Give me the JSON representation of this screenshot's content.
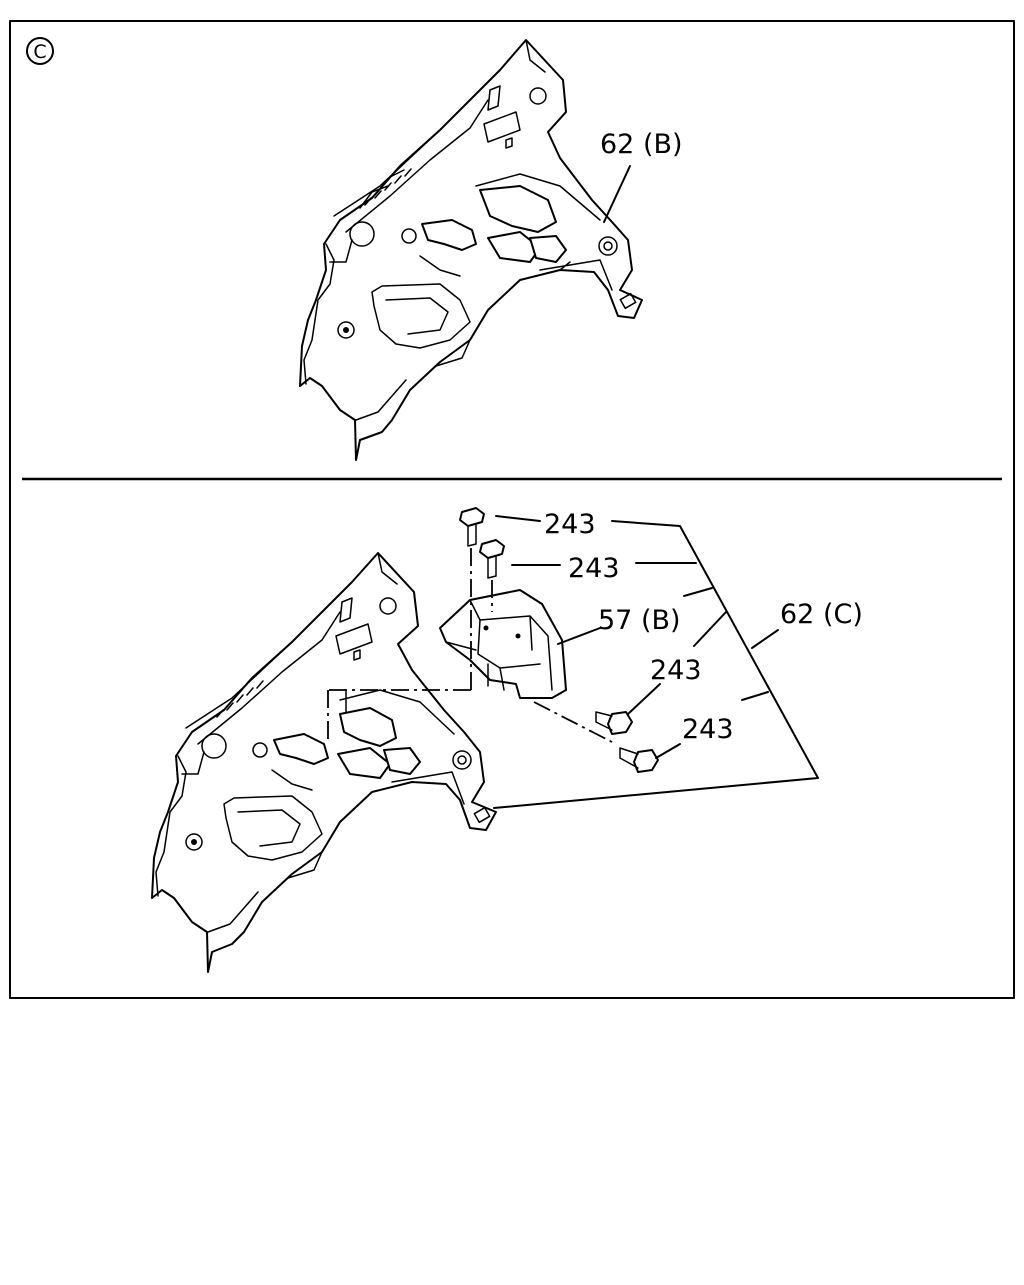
{
  "diagram": {
    "section_marker": "C",
    "top_panel": {
      "callouts": [
        {
          "label": "62 (B)"
        }
      ]
    },
    "bottom_panel": {
      "callouts": [
        {
          "label": "243"
        },
        {
          "label": "243"
        },
        {
          "label": "57 (B)"
        },
        {
          "label": "62 (C)"
        },
        {
          "label": "243"
        },
        {
          "label": "243"
        }
      ]
    }
  }
}
